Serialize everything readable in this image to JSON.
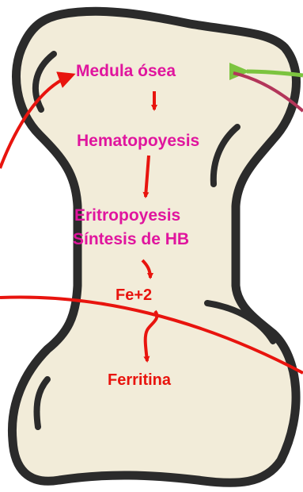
{
  "labels": {
    "medula": "Medula ósea",
    "hematopoyesis": "Hematopoyesis",
    "eritropoyesis": "Eritropoyesis",
    "sintesis": "Síntesis de HB",
    "fe": "Fe+2",
    "ferritina": "Ferritina"
  },
  "colors": {
    "bone_fill": "#f2ecd9",
    "bone_outline": "#2b2b2b",
    "magenta_text": "#e0159e",
    "red_arrow": "#e8140e",
    "green_arrow": "#7cc43f",
    "maroon_arrow": "#b3365a"
  }
}
